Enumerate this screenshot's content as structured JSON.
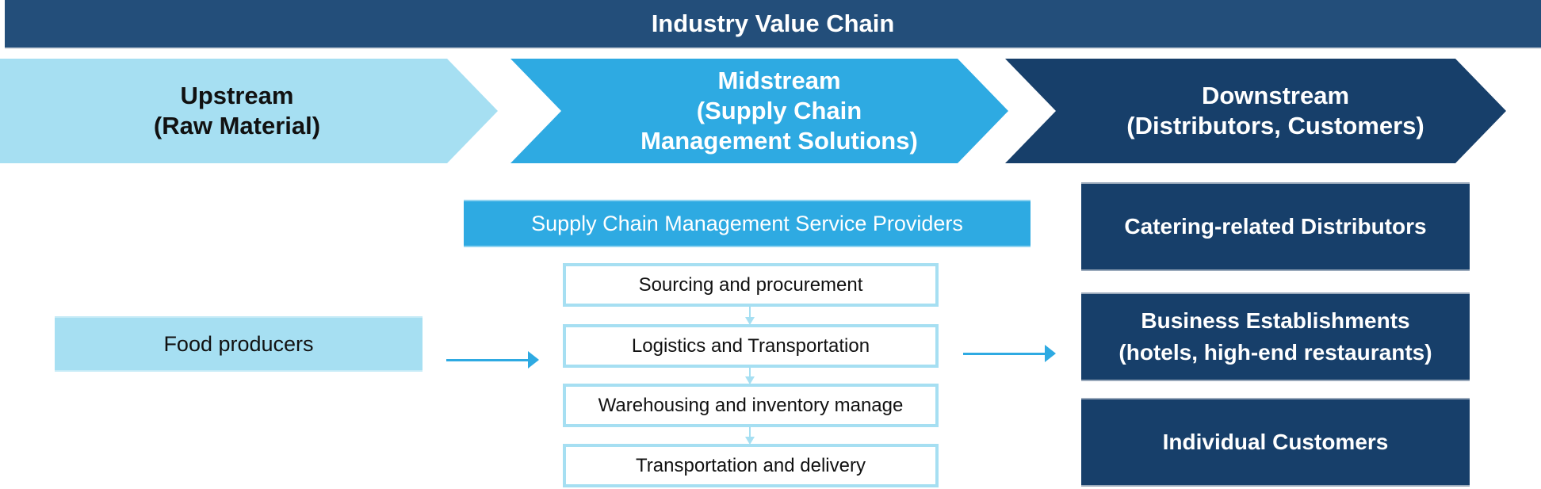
{
  "title": "Industry Value Chain",
  "stages": {
    "upstream": {
      "line1": "Upstream",
      "line2": "(Raw Material)"
    },
    "midstream": {
      "line1": "Midstream",
      "line2": "(Supply Chain",
      "line3": "Management Solutions)"
    },
    "downstream": {
      "line1": "Downstream",
      "line2": "(Distributors, Customers)"
    }
  },
  "upstream_box": "Food producers",
  "midstream": {
    "header": "Supply Chain Management Service Providers",
    "steps": [
      "Sourcing and procurement",
      "Logistics and Transportation",
      "Warehousing and inventory manage",
      "Transportation and delivery"
    ]
  },
  "downstream": {
    "boxes": [
      {
        "line1": "Catering-related Distributors"
      },
      {
        "line1": "Business Establishments",
        "line2": "(hotels, high-end restaurants)"
      },
      {
        "line1": "Individual Customers"
      }
    ]
  },
  "colors": {
    "title": "#234e7a",
    "light": "#a6dff2",
    "mid": "#2eaae2",
    "dark": "#173f6a"
  }
}
